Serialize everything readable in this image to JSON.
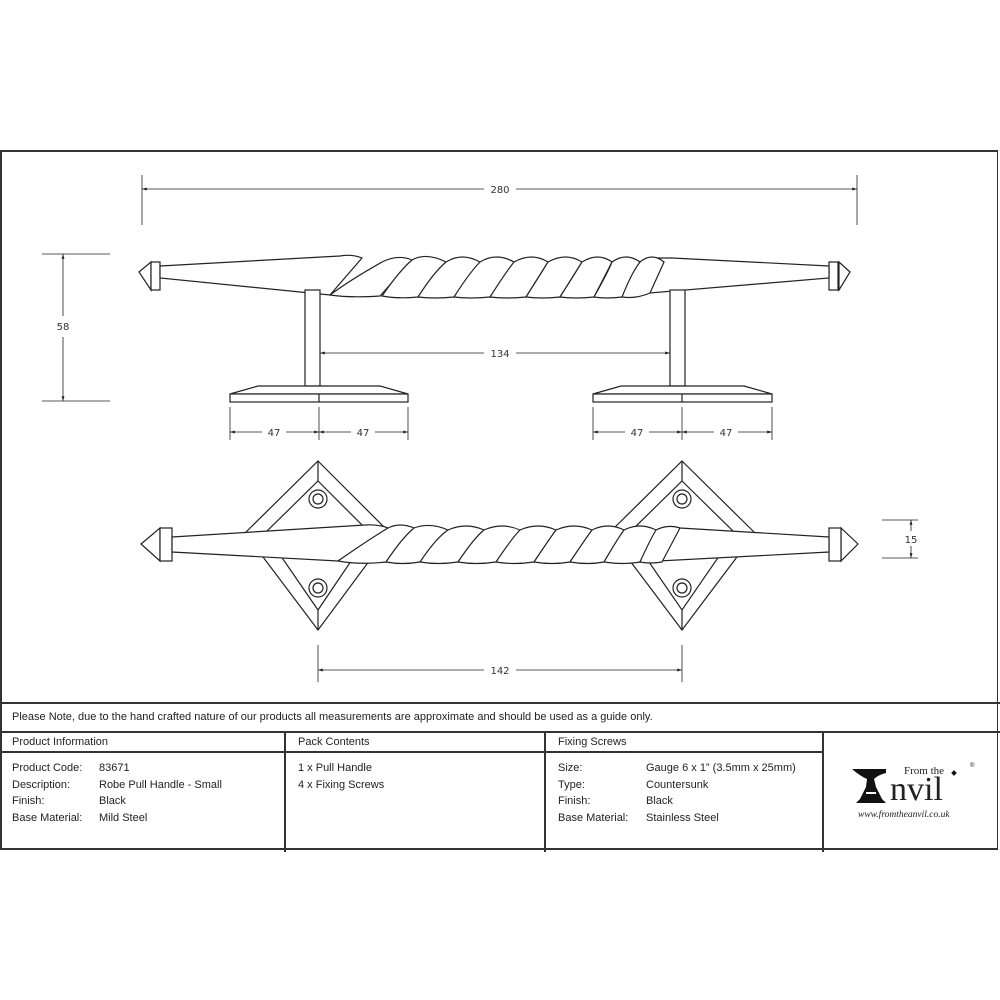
{
  "drawing": {
    "dimensions": {
      "overall_length": "280",
      "height": "58",
      "fixing_centres_side": "134",
      "backplate_left_half_a": "47",
      "backplate_left_half_b": "47",
      "backplate_right_half_a": "47",
      "backplate_right_half_b": "47",
      "fixing_centres_front": "142",
      "bar_diameter": "15"
    },
    "line_color": "#222222"
  },
  "note": "Please Note, due to the hand crafted nature of our products all measurements are approximate and should be used as a guide only.",
  "product_information": {
    "heading": "Product Information",
    "rows": [
      {
        "label": "Product Code:",
        "value": "83671"
      },
      {
        "label": "Description:",
        "value": "Robe Pull Handle - Small"
      },
      {
        "label": "Finish:",
        "value": "Black"
      },
      {
        "label": "Base Material:",
        "value": "Mild Steel"
      }
    ]
  },
  "pack_contents": {
    "heading": "Pack Contents",
    "items": [
      "1 x Pull Handle",
      "4 x Fixing Screws"
    ]
  },
  "fixing_screws": {
    "heading": "Fixing Screws",
    "rows": [
      {
        "label": "Size:",
        "value": "Gauge 6 x 1” (3.5mm x 25mm)"
      },
      {
        "label": "Type:",
        "value": "Countersunk"
      },
      {
        "label": "Finish:",
        "value": "Black"
      },
      {
        "label": "Base Material:",
        "value": "Stainless Steel"
      }
    ]
  },
  "logo": {
    "from_the": "From the",
    "word": "Anvil",
    "registered": "®",
    "url": "www.fromtheanvil.co.uk"
  }
}
